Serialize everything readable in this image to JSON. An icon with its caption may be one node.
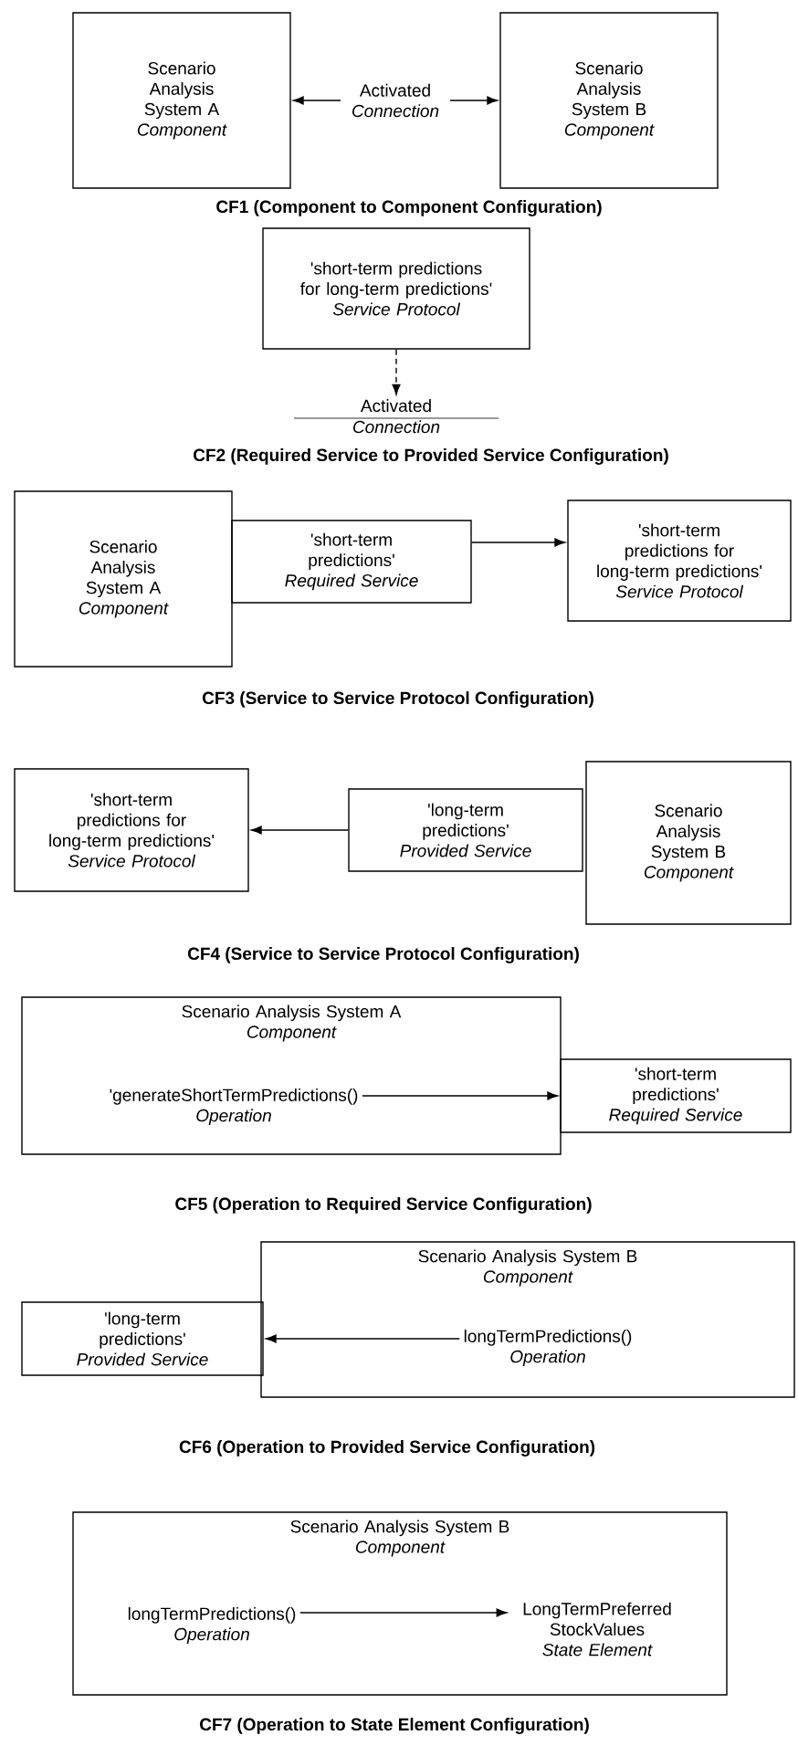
{
  "diagram": {
    "nodes": [
      {
        "text": [
          "Scenario Analysis System A",
          "Component"
        ]
      },
      {
        "text": [
          "Scenario Analysis System B",
          "Component"
        ]
      },
      {
        "text": [
          "'short-term predictions for long-term predictions'",
          "Service Protocol"
        ]
      },
      {
        "text": [
          "Activated",
          "Connection"
        ]
      },
      {
        "text": [
          "Scenario Analysis System A",
          "Component"
        ]
      },
      {
        "text": [
          "'short-term predictions'",
          "Required Service"
        ]
      },
      {
        "text": [
          "'short-term predictions for long-term predictions'",
          "Service Protocol"
        ]
      },
      {
        "text": [
          "'short-term predictions for long-term predictions'",
          "Service Protocol"
        ]
      },
      {
        "text": [
          "'long-term predictions'",
          "Provided Service"
        ]
      },
      {
        "text": [
          "Scenario Analysis System B",
          "Component"
        ]
      },
      {
        "text": [
          "Scenario Analysis System A",
          "Component"
        ]
      },
      {
        "text": [
          "'generateShortTermPredictions()",
          "Operation"
        ],
        "in": 10
      },
      {
        "text": [
          "'short-term predictions'",
          "Required Service"
        ]
      },
      {
        "text": [
          "'long-term predictions'",
          "Provided Service"
        ]
      },
      {
        "text": [
          "Scenario Analysis System B",
          "Component"
        ]
      },
      {
        "text": [
          "longTermPredictions()",
          "Operation"
        ],
        "in": 14
      },
      {
        "text": [
          "Scenario Analysis System B",
          "Component"
        ]
      },
      {
        "text": [
          "longTermPredictions()",
          "Operation"
        ],
        "in": 16
      },
      {
        "text": [
          "LongTermPreferred StockValues",
          "State Element"
        ],
        "in": 16
      }
    ],
    "edges": [
      {
        "from": 0,
        "to": 1,
        "arrow": "both",
        "label": "Activated *Connection*"
      },
      {
        "from": 2,
        "to": 3,
        "arrow": "to",
        "style": "dashed"
      },
      {
        "from": 5,
        "to": 6,
        "arrow": "to"
      },
      {
        "from": 8,
        "to": 7,
        "arrow": "to"
      },
      {
        "from": 11,
        "to": 12,
        "arrow": "to"
      },
      {
        "from": 15,
        "to": 13,
        "arrow": "to"
      },
      {
        "from": 17,
        "to": 18,
        "arrow": "to"
      }
    ],
    "labels": [
      "CF1 (Component to Component Configuration)",
      "CF2 (Required Service to Provided Service Configuration)",
      "CF3 (Service to Service Protocol Configuration)",
      "CF4 (Service to Service Protocol Configuration)",
      "CF5 (Operation to Required Service Configuration)",
      "CF6 (Operation to Provided Service Configuration)",
      "CF7 (Operation to State Element Configuration)"
    ]
  }
}
